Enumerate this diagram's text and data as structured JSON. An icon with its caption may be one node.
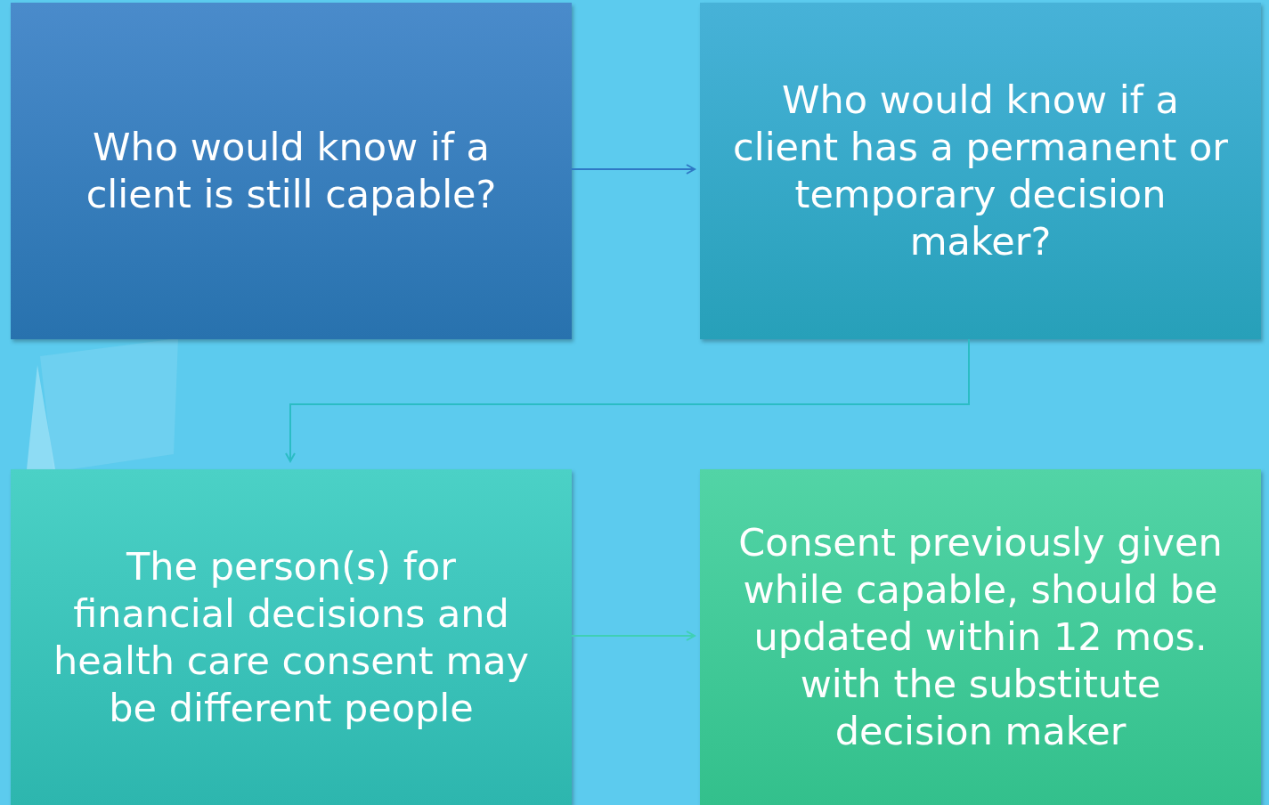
{
  "diagram": {
    "nodes": [
      {
        "text": [
          "Who would know if a client is still capable?"
        ]
      },
      {
        "text": [
          "Who would know if a client has a permanent or temporary decision maker?"
        ]
      },
      {
        "text": [
          "The person(s) for financial decisions and health care consent may be different people"
        ]
      },
      {
        "text": [
          "Consent previously given while capable, should be updated within 12 mos. with the substitute decision maker"
        ]
      }
    ],
    "edges": [
      {
        "from": 0,
        "to": 1,
        "arrow": "to",
        "color": "#2f78c4"
      },
      {
        "from": 1,
        "to": 2,
        "arrow": "to",
        "color": "#2bbcc4"
      },
      {
        "from": 2,
        "to": 3,
        "arrow": "to",
        "color": "#3fd0b4"
      }
    ]
  }
}
